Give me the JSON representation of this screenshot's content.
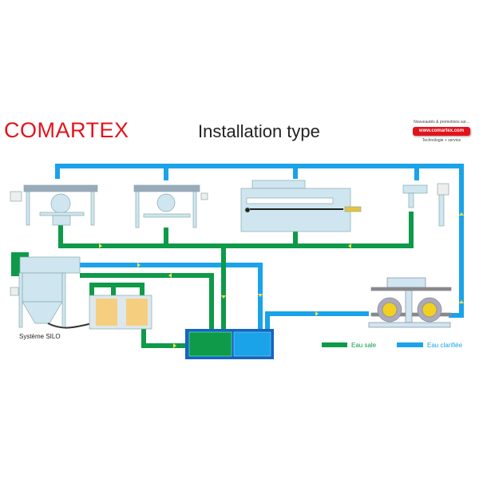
{
  "header": {
    "brand": "COMARTEX",
    "title": "Installation type"
  },
  "badge": {
    "top_text": "Nouveautés & promotions sur...",
    "link": "www.comartex.com",
    "bottom_text": "Technologie + service"
  },
  "labels": {
    "silo": "Système SILO"
  },
  "legend": {
    "dirty": "Eau sale",
    "clear": "Eau clarifiée"
  },
  "colors": {
    "dirty": "#0e9a48",
    "clear": "#1aa3e8",
    "brand": "#e3131b",
    "tank": "#1565c0"
  }
}
